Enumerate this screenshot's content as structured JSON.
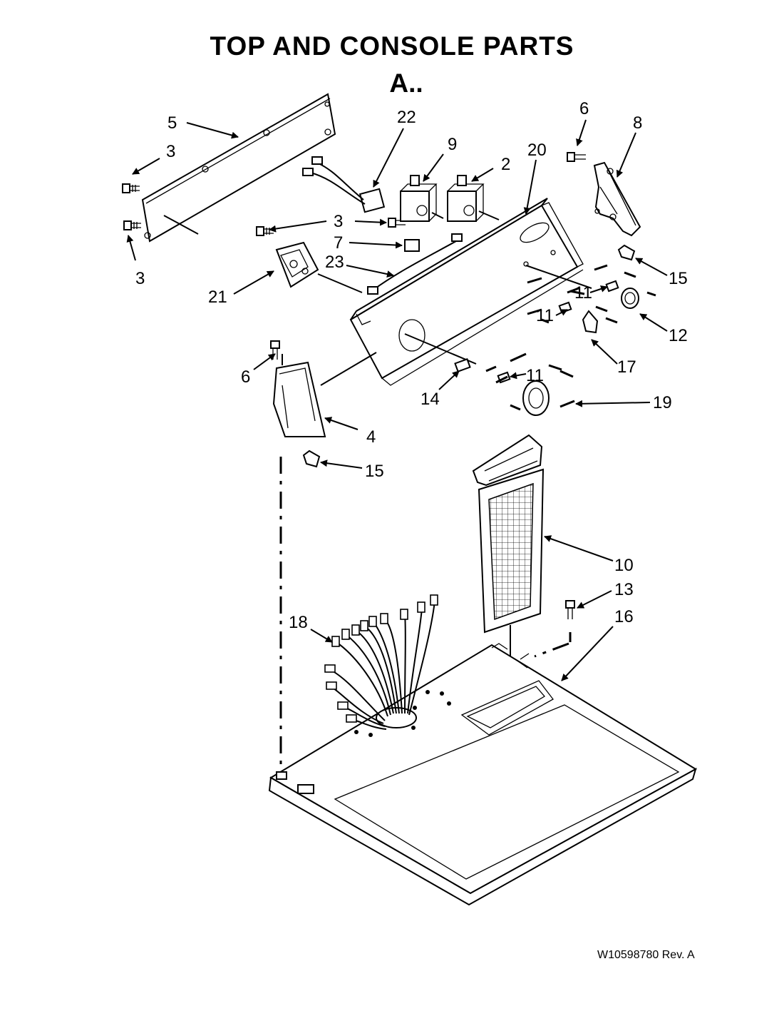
{
  "header": {
    "title": "TOP AND CONSOLE PARTS",
    "subtitle": "A.."
  },
  "footer": {
    "doc_number": "W10598780  Rev. A"
  },
  "callouts": {
    "c2": "2",
    "c3a": "3",
    "c3b": "3",
    "c3c": "3",
    "c4": "4",
    "c5": "5",
    "c6a": "6",
    "c6b": "6",
    "c7": "7",
    "c8": "8",
    "c9": "9",
    "c10": "10",
    "c11a": "11",
    "c11b": "11",
    "c11c": "11",
    "c12": "12",
    "c13": "13",
    "c14": "14",
    "c15a": "15",
    "c15b": "15",
    "c16": "16",
    "c17": "17",
    "c18": "18",
    "c19": "19",
    "c20": "20",
    "c21": "21",
    "c22": "22",
    "c23": "23"
  }
}
